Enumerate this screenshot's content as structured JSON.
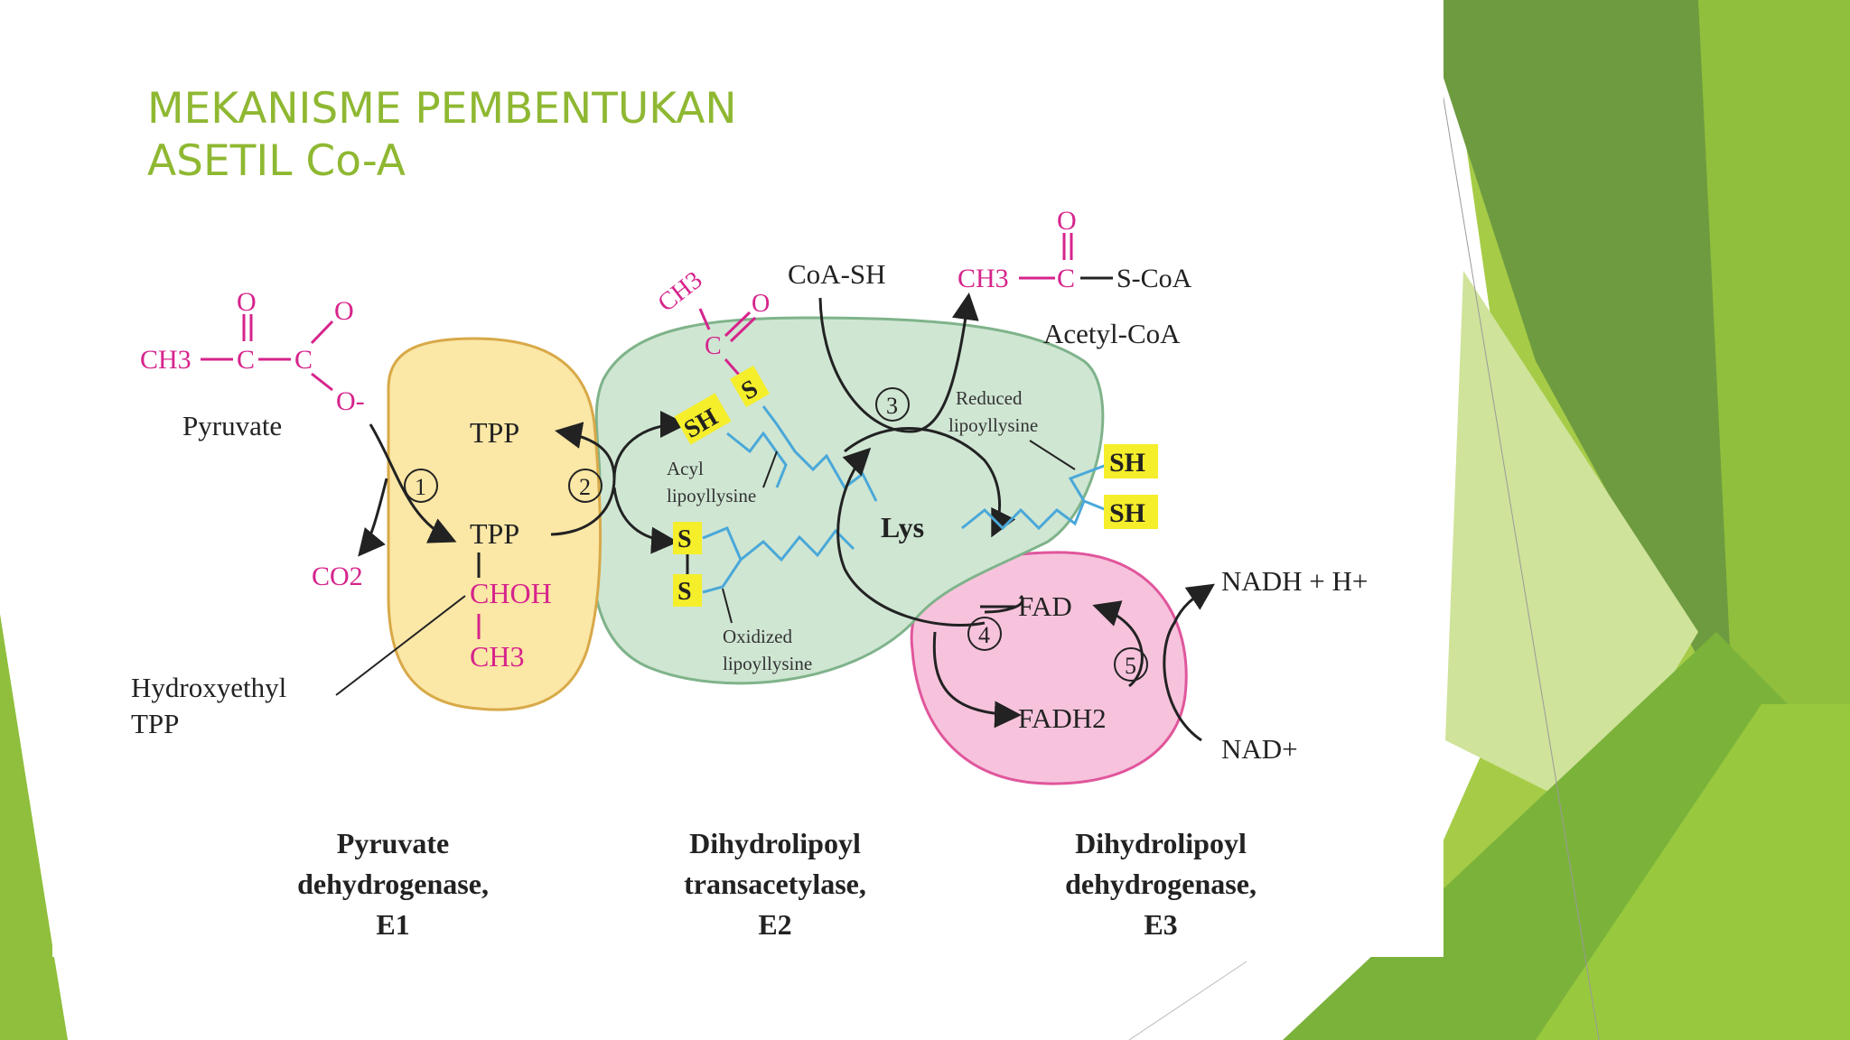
{
  "slide": {
    "title_line1": "MEKANISME  PEMBENTUKAN",
    "title_line2": "ASETIL Co-A"
  },
  "colors": {
    "title_green": "#8fb832",
    "e1_fill": "#fbe7a6",
    "e2_fill": "#cfe6d3",
    "e3_fill": "#f7c3dc",
    "magenta": "#d6248c",
    "highlight": "#f5ee2a",
    "lipoyl_blue": "#4aa8d8",
    "deco_dark": "#5e9a2e",
    "deco_light": "#a6cc47"
  },
  "diagram": {
    "pyruvate": {
      "ch3": "CH3",
      "c1": "C",
      "c2": "C",
      "o1": "O",
      "o2": "O",
      "ominus": "O-",
      "label": "Pyruvate"
    },
    "co2": "CO2",
    "tpp_top": "TPP",
    "tpp_mid": "TPP",
    "choh": "CHOH",
    "ch3_bottom": "CH3",
    "hydroxyethyl_tpp": [
      "Hydroxyethyl",
      "TPP"
    ],
    "acyl": {
      "ch3": "CH3",
      "c": "C",
      "o": "O",
      "s": "S",
      "sh": "SH"
    },
    "acyl_label": [
      "Acyl",
      "lipoyllysine"
    ],
    "oxidized_s1": "S",
    "oxidized_s2": "S",
    "oxidized_label": [
      "Oxidized",
      "lipoyllysine"
    ],
    "lys": "Lys",
    "coa_sh": "CoA-SH",
    "acetyl_coa": {
      "ch3": "CH3",
      "c": "C",
      "o": "O",
      "scoa": "S-CoA",
      "label": "Acetyl-CoA"
    },
    "reduced_label": [
      "Reduced",
      "lipoyllysine"
    ],
    "reduced_sh1": "SH",
    "reduced_sh2": "SH",
    "fad": "FAD",
    "fadh2": "FADH2",
    "nadh": "NADH + H+",
    "nad": "NAD+",
    "steps": [
      "1",
      "2",
      "3",
      "4",
      "5"
    ],
    "enzymes": [
      {
        "line1": "Pyruvate",
        "line2": "dehydrogenase,",
        "line3": "E1"
      },
      {
        "line1": "Dihydrolipoyl",
        "line2": "transacetylase,",
        "line3": "E2"
      },
      {
        "line1": "Dihydrolipoyl",
        "line2": "dehydrogenase,",
        "line3": "E3"
      }
    ]
  }
}
